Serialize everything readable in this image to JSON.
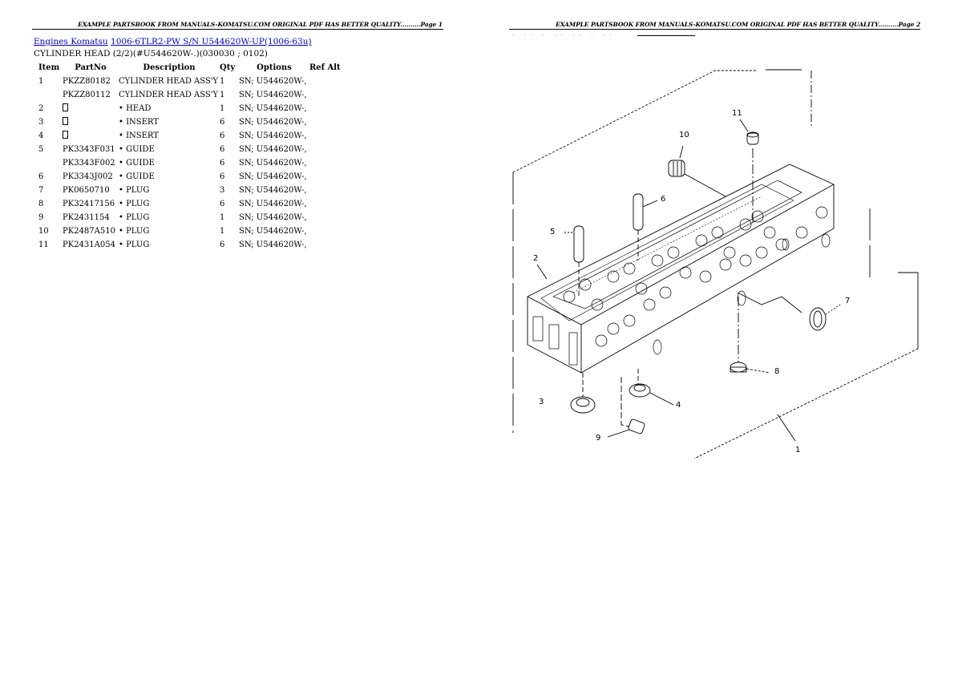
{
  "pages": [
    {
      "banner": "EXAMPLE PARTSBOOK FROM MANUALS-KOMATSU.COM ORIGINAL PDF HAS BETTER QUALITY..........Page 1"
    },
    {
      "banner": "EXAMPLE PARTSBOOK FROM MANUALS-KOMATSU.COM ORIGINAL PDF HAS BETTER QUALITY..........Page 2"
    }
  ],
  "breadcrumb": {
    "link1": "Engines Komatsu",
    "link2": "1006-6TLR2-PW S/N U544620W-UP(1006-63u)"
  },
  "subtitle": "CYLINDER HEAD (2/2)(#U544620W-.)(030030 ; 0102)",
  "table": {
    "headers": {
      "item": "Item",
      "partno": "PartNo",
      "description": "Description",
      "qty": "Qty",
      "options": "Options",
      "refalt": "Ref Alt"
    },
    "rows": [
      {
        "item": "1",
        "partno": "PKZZ80182",
        "description": "CYLINDER HEAD ASS'Y",
        "qty": "1",
        "options": "SN; U544620W-,"
      },
      {
        "item": "",
        "partno": "PKZZ80112",
        "description": "CYLINDER HEAD ASS'Y",
        "qty": "1",
        "options": "SN; U544620W-,"
      },
      {
        "item": "2",
        "partno": "",
        "description": "• HEAD",
        "qty": "1",
        "options": "SN; U544620W-,"
      },
      {
        "item": "3",
        "partno": "",
        "description": "• INSERT",
        "qty": "6",
        "options": "SN; U544620W-,"
      },
      {
        "item": "4",
        "partno": "",
        "description": "• INSERT",
        "qty": "6",
        "options": "SN; U544620W-,"
      },
      {
        "item": "5",
        "partno": "PK3343F031",
        "description": "• GUIDE",
        "qty": "6",
        "options": "SN; U544620W-,"
      },
      {
        "item": "",
        "partno": "PK3343F002",
        "description": "• GUIDE",
        "qty": "6",
        "options": "SN; U544620W-,"
      },
      {
        "item": "6",
        "partno": "PK3343J002",
        "description": "• GUIDE",
        "qty": "6",
        "options": "SN; U544620W-,"
      },
      {
        "item": "7",
        "partno": "PK0650710",
        "description": "• PLUG",
        "qty": "3",
        "options": "SN; U544620W-,"
      },
      {
        "item": "8",
        "partno": "PK32417156",
        "description": "• PLUG",
        "qty": "6",
        "options": "SN; U544620W-,"
      },
      {
        "item": "9",
        "partno": "PK2431154",
        "description": "• PLUG",
        "qty": "1",
        "options": "SN; U544620W-,"
      },
      {
        "item": "10",
        "partno": "PK2487A510",
        "description": "• PLUG",
        "qty": "1",
        "options": "SN; U544620W-,"
      },
      {
        "item": "11",
        "partno": "PK2431A054",
        "description": "• PLUG",
        "qty": "6",
        "options": "SN; U544620W-,"
      }
    ]
  },
  "diagram": {
    "callouts": [
      "1",
      "2",
      "3",
      "4",
      "5",
      "6",
      "7",
      "8",
      "9",
      "10",
      "11"
    ]
  }
}
